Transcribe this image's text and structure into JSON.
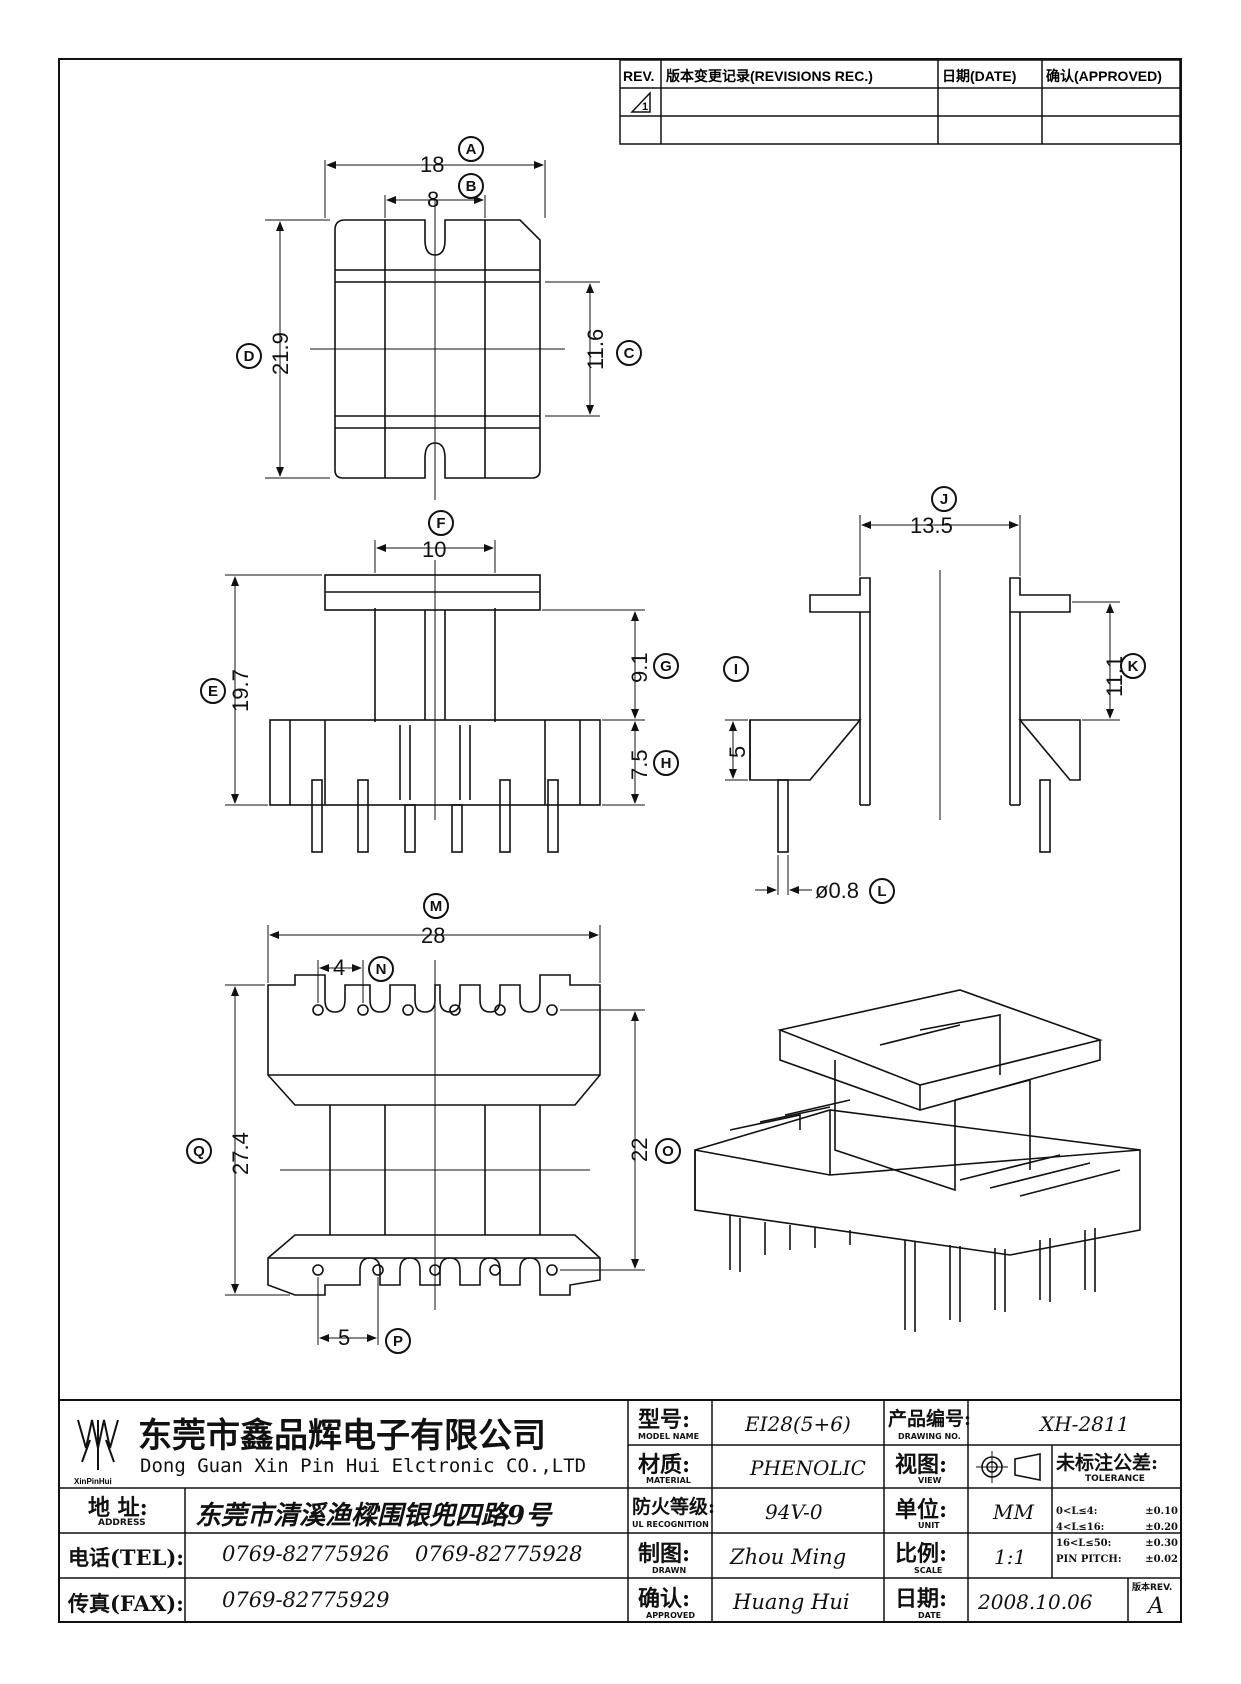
{
  "revision_table": {
    "headers": [
      "REV.",
      "版本变更记录(REVISIONS REC.)",
      "日期(DATE)",
      "确认(APPROVED)"
    ],
    "rev_mark": "1"
  },
  "dims": {
    "A": "18",
    "B": "8",
    "C": "11.6",
    "D": "21.9",
    "E": "19.7",
    "F": "10",
    "G": "9.1",
    "H": "7.5",
    "I": "5",
    "J": "13.5",
    "K": "11.1",
    "L": "ø0.8",
    "M": "28",
    "N": "4",
    "O": "22",
    "P": "5",
    "Q": "27.4"
  },
  "title_block": {
    "logo_text": "XinPinHui",
    "company_cn": "东莞市鑫品辉电子有限公司",
    "company_en": "Dong Guan Xin Pin Hui Elctronic CO.,LTD",
    "address_label_cn": "地 址:",
    "address_label_en": "ADDRESS",
    "address": "东莞市清溪渔樑围银兜四路9号",
    "tel_label": "电话(TEL):",
    "tel1": "0769-82775926",
    "tel2": "0769-82775928",
    "fax_label": "传真(FAX):",
    "fax": "0769-82775929",
    "model_label_cn": "型号:",
    "model_label_en": "MODEL NAME",
    "model": "EI28(5+6)",
    "material_label_cn": "材质:",
    "material_label_en": "MATERIAL",
    "material": "PHENOLIC",
    "fire_label_cn": "防火等级:",
    "fire_label_en": "UL RECOGNITION",
    "fire": "94V-0",
    "drawn_label_cn": "制图:",
    "drawn_label_en": "DRAWN",
    "drawn": "Zhou Ming",
    "approved_label_cn": "确认:",
    "approved_label_en": "APPROVED",
    "approved": "Huang Hui",
    "drawing_no_label_cn": "产品编号:",
    "drawing_no_label_en": "DRAWING NO.",
    "drawing_no": "XH-2811",
    "view_label_cn": "视图:",
    "view_label_en": "VIEW",
    "unit_label_cn": "单位:",
    "unit_label_en": "UNIT",
    "unit": "MM",
    "scale_label_cn": "比例:",
    "scale_label_en": "SCALE",
    "scale": "1:1",
    "date_label_cn": "日期:",
    "date_label_en": "DATE",
    "date": "2008.10.06",
    "tolerance_label_cn": "未标注公差:",
    "tolerance_label_en": "TOLERANCE",
    "tolerances": [
      {
        "range": "0<L≤4:",
        "value": "±0.10"
      },
      {
        "range": "4<L≤16:",
        "value": "±0.20"
      },
      {
        "range": "16<L≤50:",
        "value": "±0.30"
      },
      {
        "range": "PIN PITCH:",
        "value": "±0.02"
      }
    ],
    "rev_label": "版本REV.",
    "rev": "A"
  }
}
